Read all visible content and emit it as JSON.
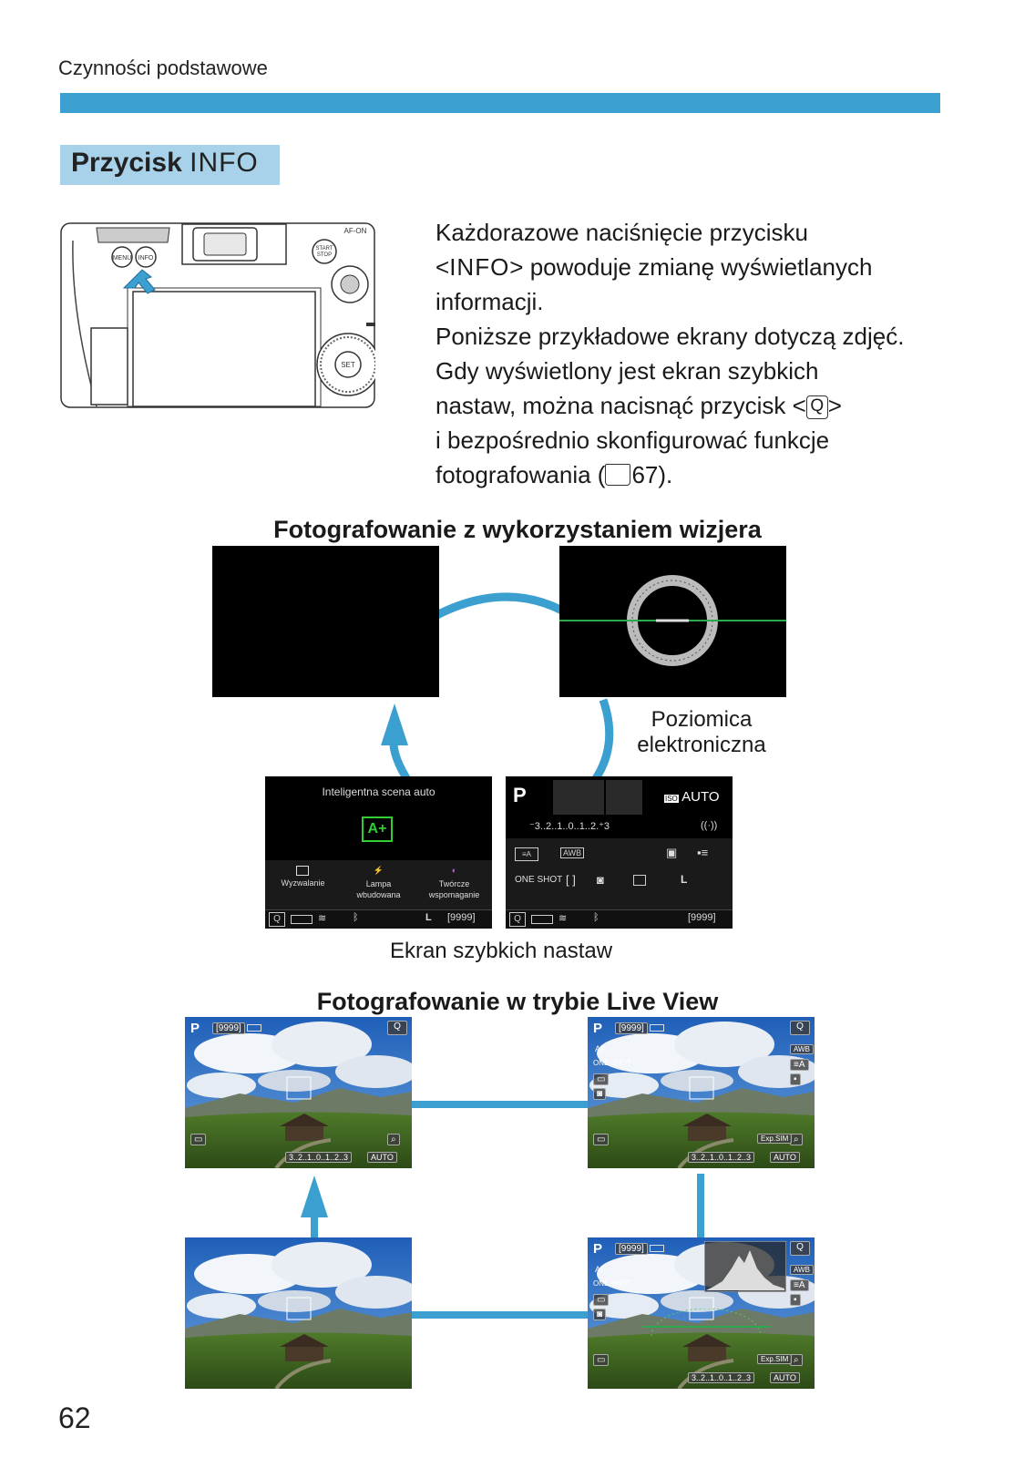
{
  "header": {
    "section": "Czynności podstawowe"
  },
  "title": {
    "prefix": "Przycisk",
    "key": "INFO"
  },
  "desc": {
    "l1": "Każdorazowe naciśnięcie przycisku",
    "l2a": "<",
    "l2key": "INFO",
    "l2b": "> powoduje zmianę wyświetlanych",
    "l3": "informacji.",
    "l4": "Poniższe przykładowe ekrany dotyczą zdjęć.",
    "l5": "Gdy wyświetlony jest ekran szybkich",
    "l6a": "nastaw, można nacisnąć przycisk <",
    "l6key": "Q",
    "l6b": ">",
    "l7": "i bezpośrednio skonfigurować funkcje",
    "l8a": "fotografowania (",
    "l8ref": "67",
    "l8b": ")."
  },
  "camera": {
    "menu": "MENU",
    "info": "INFO",
    "afon": "AF-ON",
    "start": "START STOP",
    "set": "SET"
  },
  "viewfinder": {
    "title": "Fotografowanie z wykorzystaniem wizjera",
    "level_caption_1": "Poziomica",
    "level_caption_2": "elektroniczna",
    "quick_caption": "Ekran szybkich nastaw"
  },
  "qs_auto": {
    "scene": "Inteligentna scena auto",
    "scene_icon": "A+",
    "f1": "Wyzwalanie",
    "f2a": "Lampa",
    "f2b": "wbudowana",
    "f3a": "Twórcze",
    "f3b": "wspomaganie",
    "quality": "L",
    "shots": "[9999]"
  },
  "qs_p": {
    "mode": "P",
    "iso": "AUTO",
    "scale": "⁻3..2..1..0..1..2.⁺3",
    "awb": "AWB",
    "af": "ONE SHOT",
    "quality": "L",
    "shots": "[9999]"
  },
  "liveview": {
    "title": "Fotografowanie w trybie Live View",
    "mode": "P",
    "shots": "[9999]",
    "scale": "3..2..1..0..1..2..3",
    "iso": "AUTO",
    "awb": "AWB",
    "one_shot": "ONE SHOT",
    "af": "AF",
    "exp": "Exp.SIM"
  },
  "footer": {
    "page": "62"
  },
  "colors": {
    "accent": "#3b9fd0",
    "title_bg": "#a7d2ea",
    "arrow": "#3b9fd0",
    "level_line": "#2ea84f"
  }
}
